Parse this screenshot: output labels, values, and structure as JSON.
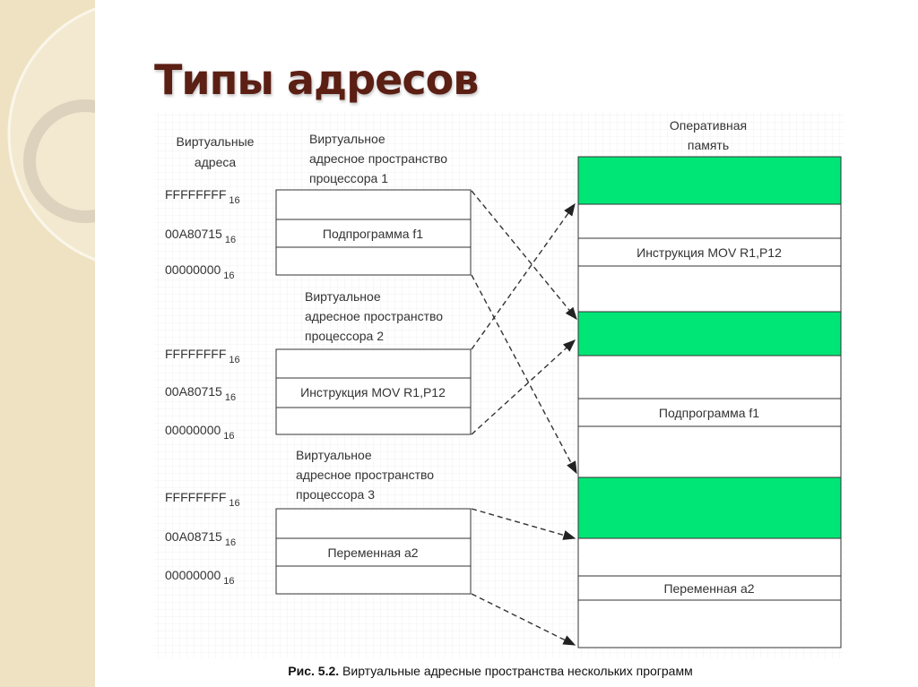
{
  "slide": {
    "title": "Типы адресов"
  },
  "colors": {
    "title": "#5b1f14",
    "green": "#00e676",
    "strip": "#efe2c2"
  },
  "diagram": {
    "virtual_addresses_label": [
      "Виртуальные",
      "адреса"
    ],
    "memory_label": [
      "Оперативная",
      "память"
    ],
    "spaces": [
      {
        "title": [
          "Виртуальное",
          "адресное пространство",
          "процессора 1"
        ],
        "addresses": [
          "FFFFFFFF",
          "00A80715",
          "00000000"
        ],
        "base": "16",
        "content": "Подпрограмма f1"
      },
      {
        "title": [
          "Виртуальное",
          "адресное пространство",
          "процессора 2"
        ],
        "addresses": [
          "FFFFFFFF",
          "00A80715",
          "00000000"
        ],
        "base": "16",
        "content": "Инструкция MOV R1,P12"
      },
      {
        "title": [
          "Виртуальное",
          "адресное пространство",
          "процессора 3"
        ],
        "addresses": [
          "FFFFFFFF",
          "00A08715",
          "00000000"
        ],
        "base": "16",
        "content": "Переменная a2"
      }
    ],
    "memory_cells": [
      "Инструкция MOV R1,P12",
      "Подпрограмма f1",
      "Переменная a2"
    ],
    "caption_bold": "Рис. 5.2.",
    "caption_text": " Виртуальные адресные пространства нескольких программ"
  }
}
